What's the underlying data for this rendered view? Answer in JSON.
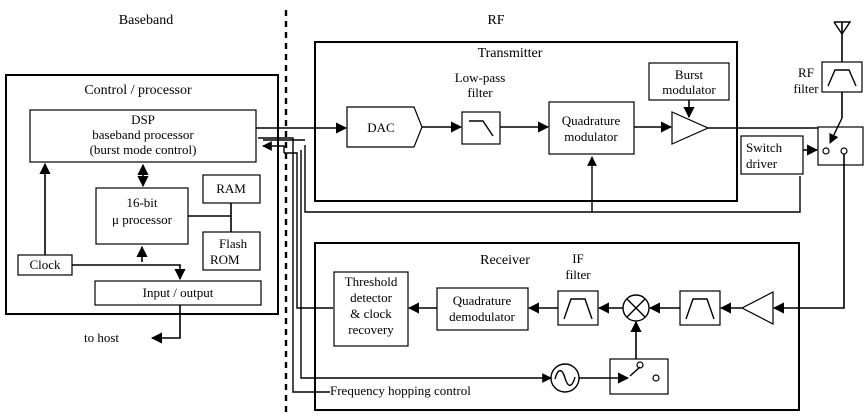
{
  "regions": {
    "baseband": "Baseband",
    "rf": "RF"
  },
  "control": {
    "title": "Control / processor",
    "dsp": [
      "DSP",
      "baseband processor",
      "(burst mode control)"
    ],
    "micro": [
      "16-bit",
      "μ processor"
    ],
    "ram": "RAM",
    "flash": [
      "Flash",
      "ROM"
    ],
    "clock": "Clock",
    "io": "Input / output",
    "host": "to host"
  },
  "transmitter": {
    "title": "Transmitter",
    "dac": "DAC",
    "lpf": [
      "Low-pass",
      "filter"
    ],
    "quad_mod": [
      "Quadrature",
      "modulator"
    ],
    "burst": [
      "Burst",
      "modulator"
    ],
    "rf_filter": [
      "RF",
      "filter"
    ],
    "switch_driver": [
      "Switch",
      "driver"
    ]
  },
  "receiver": {
    "title": "Receiver",
    "if_filter": [
      "IF",
      "filter"
    ],
    "quad_demod": [
      "Quadrature",
      "demodulator"
    ],
    "threshold": [
      "Threshold",
      "detector",
      "& clock",
      "recovery"
    ],
    "fhc": "Frequency hopping control"
  }
}
